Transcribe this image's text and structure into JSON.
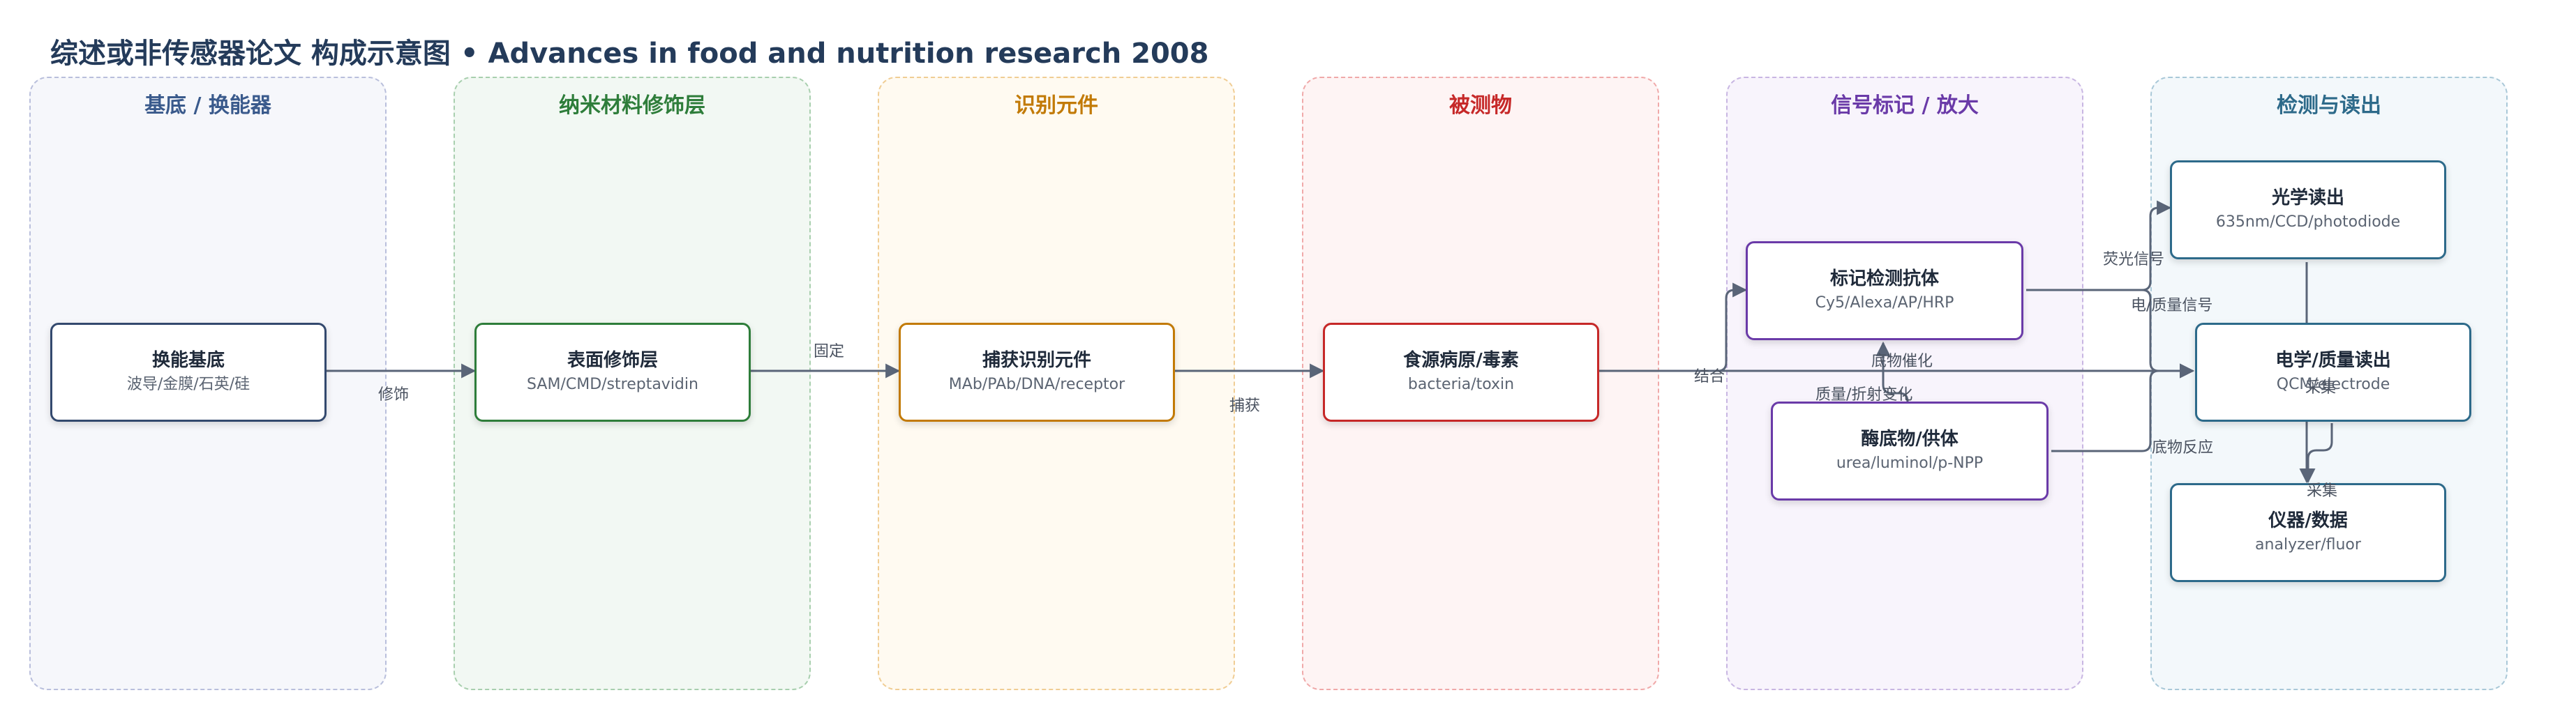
{
  "header": {
    "title_cn": "综述或非传感器论文 构成示意图",
    "separator": "•",
    "title_en": "Advances in food and nutrition research 2008"
  },
  "lanes": [
    {
      "title": "基底 / 换能器",
      "color": "#3a5a8c",
      "border": "#b9bfdc",
      "fill": "#f6f7fb"
    },
    {
      "title": "纳米材料修饰层",
      "color": "#2e7d3a",
      "border": "#a8cfae",
      "fill": "#f2f8f3"
    },
    {
      "title": "识别元件",
      "color": "#c27a06",
      "border": "#f0cd94",
      "fill": "#fffaf1"
    },
    {
      "title": "被测物",
      "color": "#c62828",
      "border": "#f0a9a9",
      "fill": "#fef4f4"
    },
    {
      "title": "信号标记 / 放大",
      "color": "#6a3aa8",
      "border": "#c8b6e2",
      "fill": "#f8f4fc"
    },
    {
      "title": "检测与读出",
      "color": "#2d6a8a",
      "border": "#a9c8d8",
      "fill": "#f3f8fb"
    }
  ],
  "nodes": {
    "transducer": {
      "title": "换能基底",
      "sub": "波导/金膜/石英/硅",
      "border": "#33496e"
    },
    "surface": {
      "title": "表面修饰层",
      "sub": "SAM/CMD/streptavidin",
      "border": "#2e7d3a"
    },
    "capture": {
      "title": "捕获识别元件",
      "sub": "MAb/PAb/DNA/receptor",
      "border": "#c27a06"
    },
    "analyte": {
      "title": "食源病原/毒素",
      "sub": "bacteria/toxin",
      "border": "#c62828"
    },
    "label_ab": {
      "title": "标记检测抗体",
      "sub": "Cy5/Alexa/AP/HRP",
      "border": "#6a3aa8"
    },
    "substrate": {
      "title": "酶底物/供体",
      "sub": "urea/luminol/p-NPP",
      "border": "#6a3aa8"
    },
    "optical": {
      "title": "光学读出",
      "sub": "635nm/CCD/photodiode",
      "border": "#2d6a8a"
    },
    "electro": {
      "title": "电学/质量读出",
      "sub": "QCM/electrode",
      "border": "#2d6a8a"
    },
    "instrument": {
      "title": "仪器/数据",
      "sub": "analyzer/fluor",
      "border": "#2d6a8a"
    }
  },
  "edge_labels": {
    "modify": "修饰",
    "immobilize": "固定",
    "capture": "捕获",
    "bind": "结合",
    "enzyme_catalysis": "底物催化",
    "mass_refraction": "质量/折射变化",
    "fluorescence": "荧光信号",
    "electro_mass": "电/质量信号",
    "substrate_reaction": "底物反应",
    "collect": "采集"
  },
  "colors": {
    "edge": "#5a6578",
    "title": "#243b5a"
  }
}
